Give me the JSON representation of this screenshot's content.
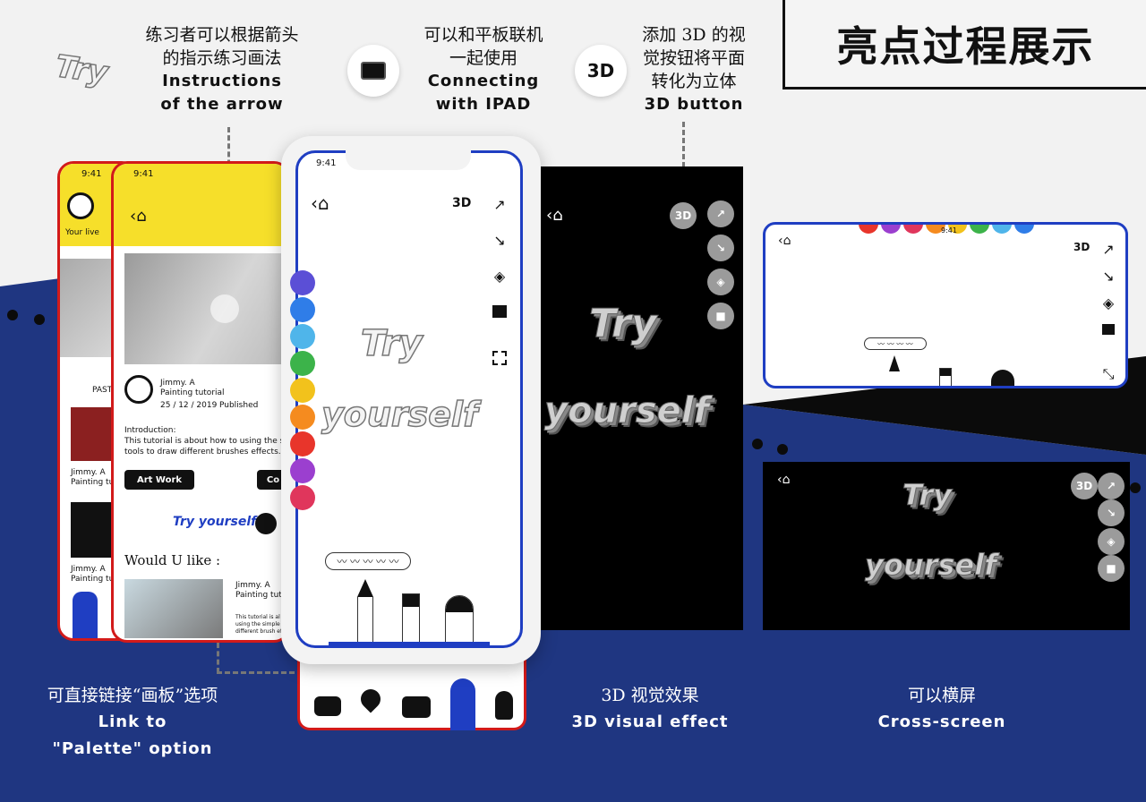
{
  "title": "亮点过程展示",
  "annotations": {
    "arrow": {
      "cn_line1": "练习者可以根据箭头",
      "cn_line2": "的指示练习画法",
      "en_line1": "Instructions",
      "en_line2": "of the arrow"
    },
    "ipad": {
      "cn_line1": "可以和平板联机",
      "cn_line2": "一起使用",
      "en_line1": "Connecting",
      "en_line2": "with IPAD"
    },
    "threed": {
      "cn_line1": "添加 3D 的视",
      "cn_line2": "觉按钮将平面",
      "cn_line3": "转化为立体",
      "en_line1": "3D button"
    },
    "palette": {
      "cn": "可直接链接“画板”选项",
      "en_line1": "Link to",
      "en_line2": "\"Palette\" option"
    },
    "visual": {
      "cn": "3D 视觉效果",
      "en": "3D visual effect"
    },
    "cross": {
      "cn": "可以横屏",
      "en": "Cross-screen"
    }
  },
  "icons": {
    "threed_label": "3D"
  },
  "logo_text": "Try",
  "phone_back1": {
    "time": "9:41",
    "label": "Your live",
    "past": "PAST",
    "author1": "Jimmy. A",
    "sub1": "Painting tutor",
    "author2": "Jimmy. A",
    "sub2": "Painting tutor"
  },
  "phone_back2": {
    "time": "9:41",
    "author": "Jimmy. A",
    "subtitle": "Painting tutorial",
    "date": "25 / 12 / 2019",
    "status": "Published",
    "intro_label": "Introduction:",
    "intro_text1": "This tutorial is about how to using the s",
    "intro_text2": "tools to draw different brushes effects.",
    "tag_art": "Art Work",
    "tag_cut": "Co",
    "try_tag": "Try yourself",
    "would": "Would U like :",
    "author3": "Jimmy. A",
    "sub3": "Painting tutori",
    "small1": "This tutorial is al",
    "small2": "using the simple",
    "small3": "different brush ef"
  },
  "phone_main": {
    "time": "9:41",
    "threed": "3D",
    "graffiti_top": "Try",
    "graffiti_bottom": "yourself",
    "swatches": [
      "#5b4fd6",
      "#2f7de8",
      "#4fb5ea",
      "#3cb34a",
      "#f2c21c",
      "#f58b1f",
      "#e8352b",
      "#9b3fcf",
      "#e0365c"
    ]
  },
  "dock": {
    "items": [
      "youtube",
      "map-pin",
      "camera",
      "palette",
      "keyhole"
    ]
  },
  "dark_screen": {
    "threed": "3D",
    "graffiti_top": "Try",
    "graffiti_bottom": "yourself"
  },
  "landscape_white": {
    "time": "9:41",
    "threed": "3D"
  },
  "landscape_dark": {
    "threed": "3D",
    "graffiti_top": "Try",
    "graffiti_bottom": "yourself"
  },
  "colors": {
    "navy": "#1f3681",
    "red": "#d21a1a",
    "blue": "#1f3ec2",
    "yellow": "#f6df2a"
  }
}
